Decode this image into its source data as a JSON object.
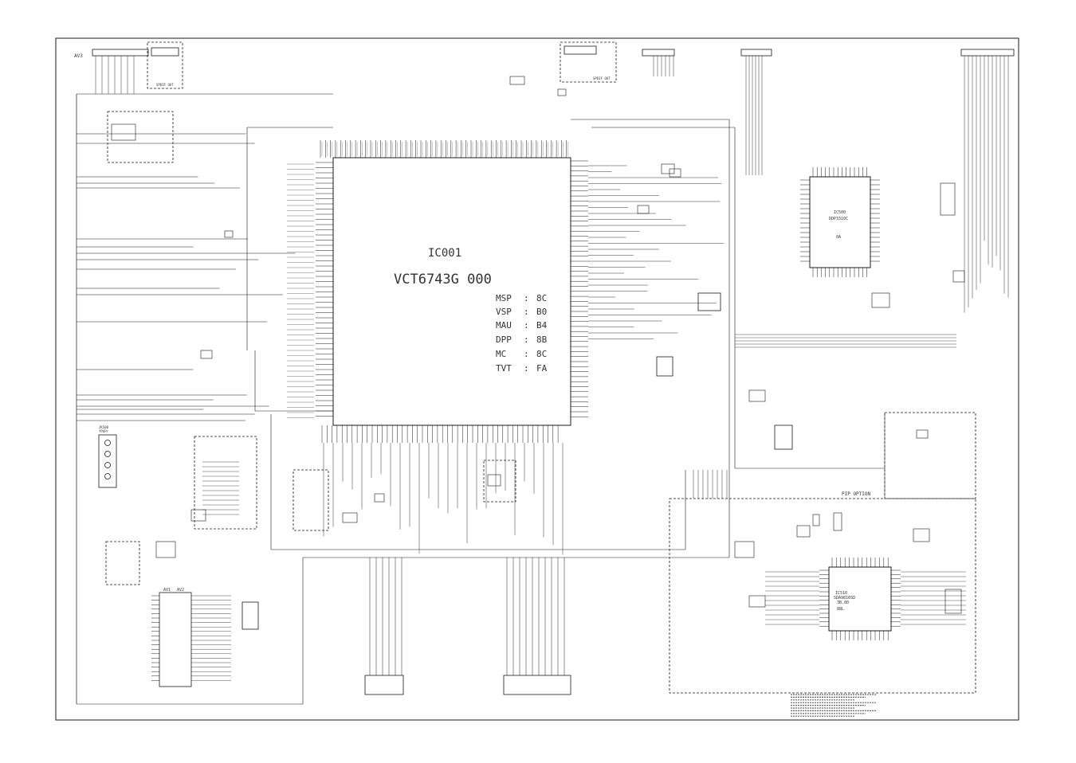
{
  "main_ic": {
    "ref": "IC001",
    "part": "VCT6743G 000",
    "addresses": [
      {
        "name": "MSP",
        "sep": ":",
        "value": "8C"
      },
      {
        "name": "VSP",
        "sep": ":",
        "value": "B0"
      },
      {
        "name": "MAU",
        "sep": ":",
        "value": "B4"
      },
      {
        "name": "DPP",
        "sep": ":",
        "value": "8B"
      },
      {
        "name": "MC",
        "sep": ":",
        "value": "8C"
      },
      {
        "name": "TVT",
        "sep": ":",
        "value": "FA"
      }
    ]
  },
  "labels": {
    "av3": "AV3",
    "spdif_out_1": "SPDIF OUT",
    "spdif_out_2": "SPDIF OUT",
    "pip_option": "PIP OPTION",
    "av1": "AV1",
    "av2": "AV2",
    "ic_right_ref": "IC500",
    "ic_right_part": "DDP3310C",
    "ic_right_rev": "0A",
    "ic_pip_ref": "IC510",
    "ic_pip_part": "SDA9810SD",
    "ic_pip_sub": "3B.80",
    "ic_pip_rev": "88L",
    "ypbpr_ref": "JK500",
    "ypbpr_name": "YPbPr"
  },
  "colors": {
    "ink": "#1a1a1a",
    "paper": "#ffffff"
  }
}
